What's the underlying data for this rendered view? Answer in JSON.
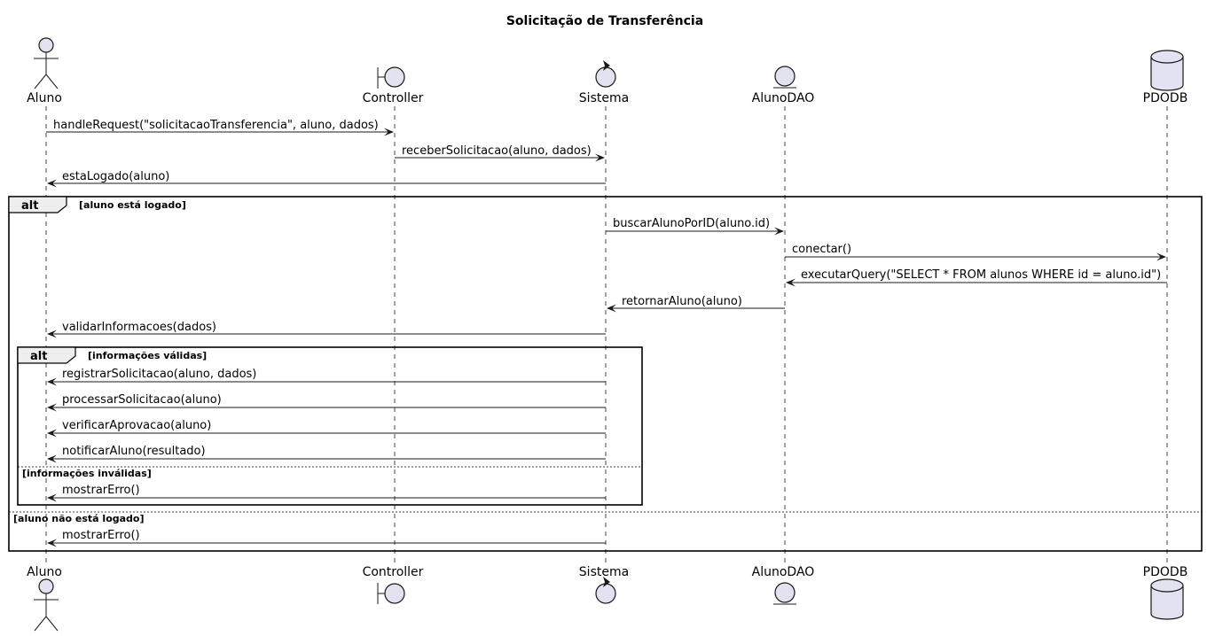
{
  "title": "Solicitação de Transferência",
  "participants": [
    {
      "id": "aluno",
      "name": "Aluno",
      "kind": "actor"
    },
    {
      "id": "controller",
      "name": "Controller",
      "kind": "boundary"
    },
    {
      "id": "sistema",
      "name": "Sistema",
      "kind": "control"
    },
    {
      "id": "alunodao",
      "name": "AlunoDAO",
      "kind": "entity"
    },
    {
      "id": "pdodb",
      "name": "PDODB",
      "kind": "database"
    }
  ],
  "messages": [
    {
      "from": "aluno",
      "to": "controller",
      "label": "handleRequest(\"solicitacaoTransferencia\", aluno, dados)"
    },
    {
      "from": "controller",
      "to": "sistema",
      "label": "receberSolicitacao(aluno, dados)"
    },
    {
      "from": "sistema",
      "to": "aluno",
      "label": "estaLogado(aluno)"
    },
    {
      "from": "sistema",
      "to": "alunodao",
      "label": "buscarAlunoPorID(aluno.id)"
    },
    {
      "from": "alunodao",
      "to": "pdodb",
      "label": "conectar()"
    },
    {
      "from": "pdodb",
      "to": "alunodao",
      "label": "executarQuery(\"SELECT * FROM alunos WHERE id = aluno.id\")"
    },
    {
      "from": "alunodao",
      "to": "sistema",
      "label": "retornarAluno(aluno)"
    },
    {
      "from": "sistema",
      "to": "aluno",
      "label": "validarInformacoes(dados)"
    },
    {
      "from": "sistema",
      "to": "aluno",
      "label": "registrarSolicitacao(aluno, dados)"
    },
    {
      "from": "sistema",
      "to": "aluno",
      "label": "processarSolicitacao(aluno)"
    },
    {
      "from": "sistema",
      "to": "aluno",
      "label": "verificarAprovacao(aluno)"
    },
    {
      "from": "sistema",
      "to": "aluno",
      "label": "notificarAluno(resultado)"
    },
    {
      "from": "sistema",
      "to": "aluno",
      "label": "mostrarErro()"
    },
    {
      "from": "sistema",
      "to": "aluno",
      "label": "mostrarErro()"
    }
  ],
  "fragments": [
    {
      "operator": "alt",
      "guard": "[aluno está logado]",
      "else_guard": "[aluno não está logado]"
    },
    {
      "operator": "alt",
      "guard": "[informações válidas]",
      "else_guard": "[informações inválidas]"
    }
  ]
}
